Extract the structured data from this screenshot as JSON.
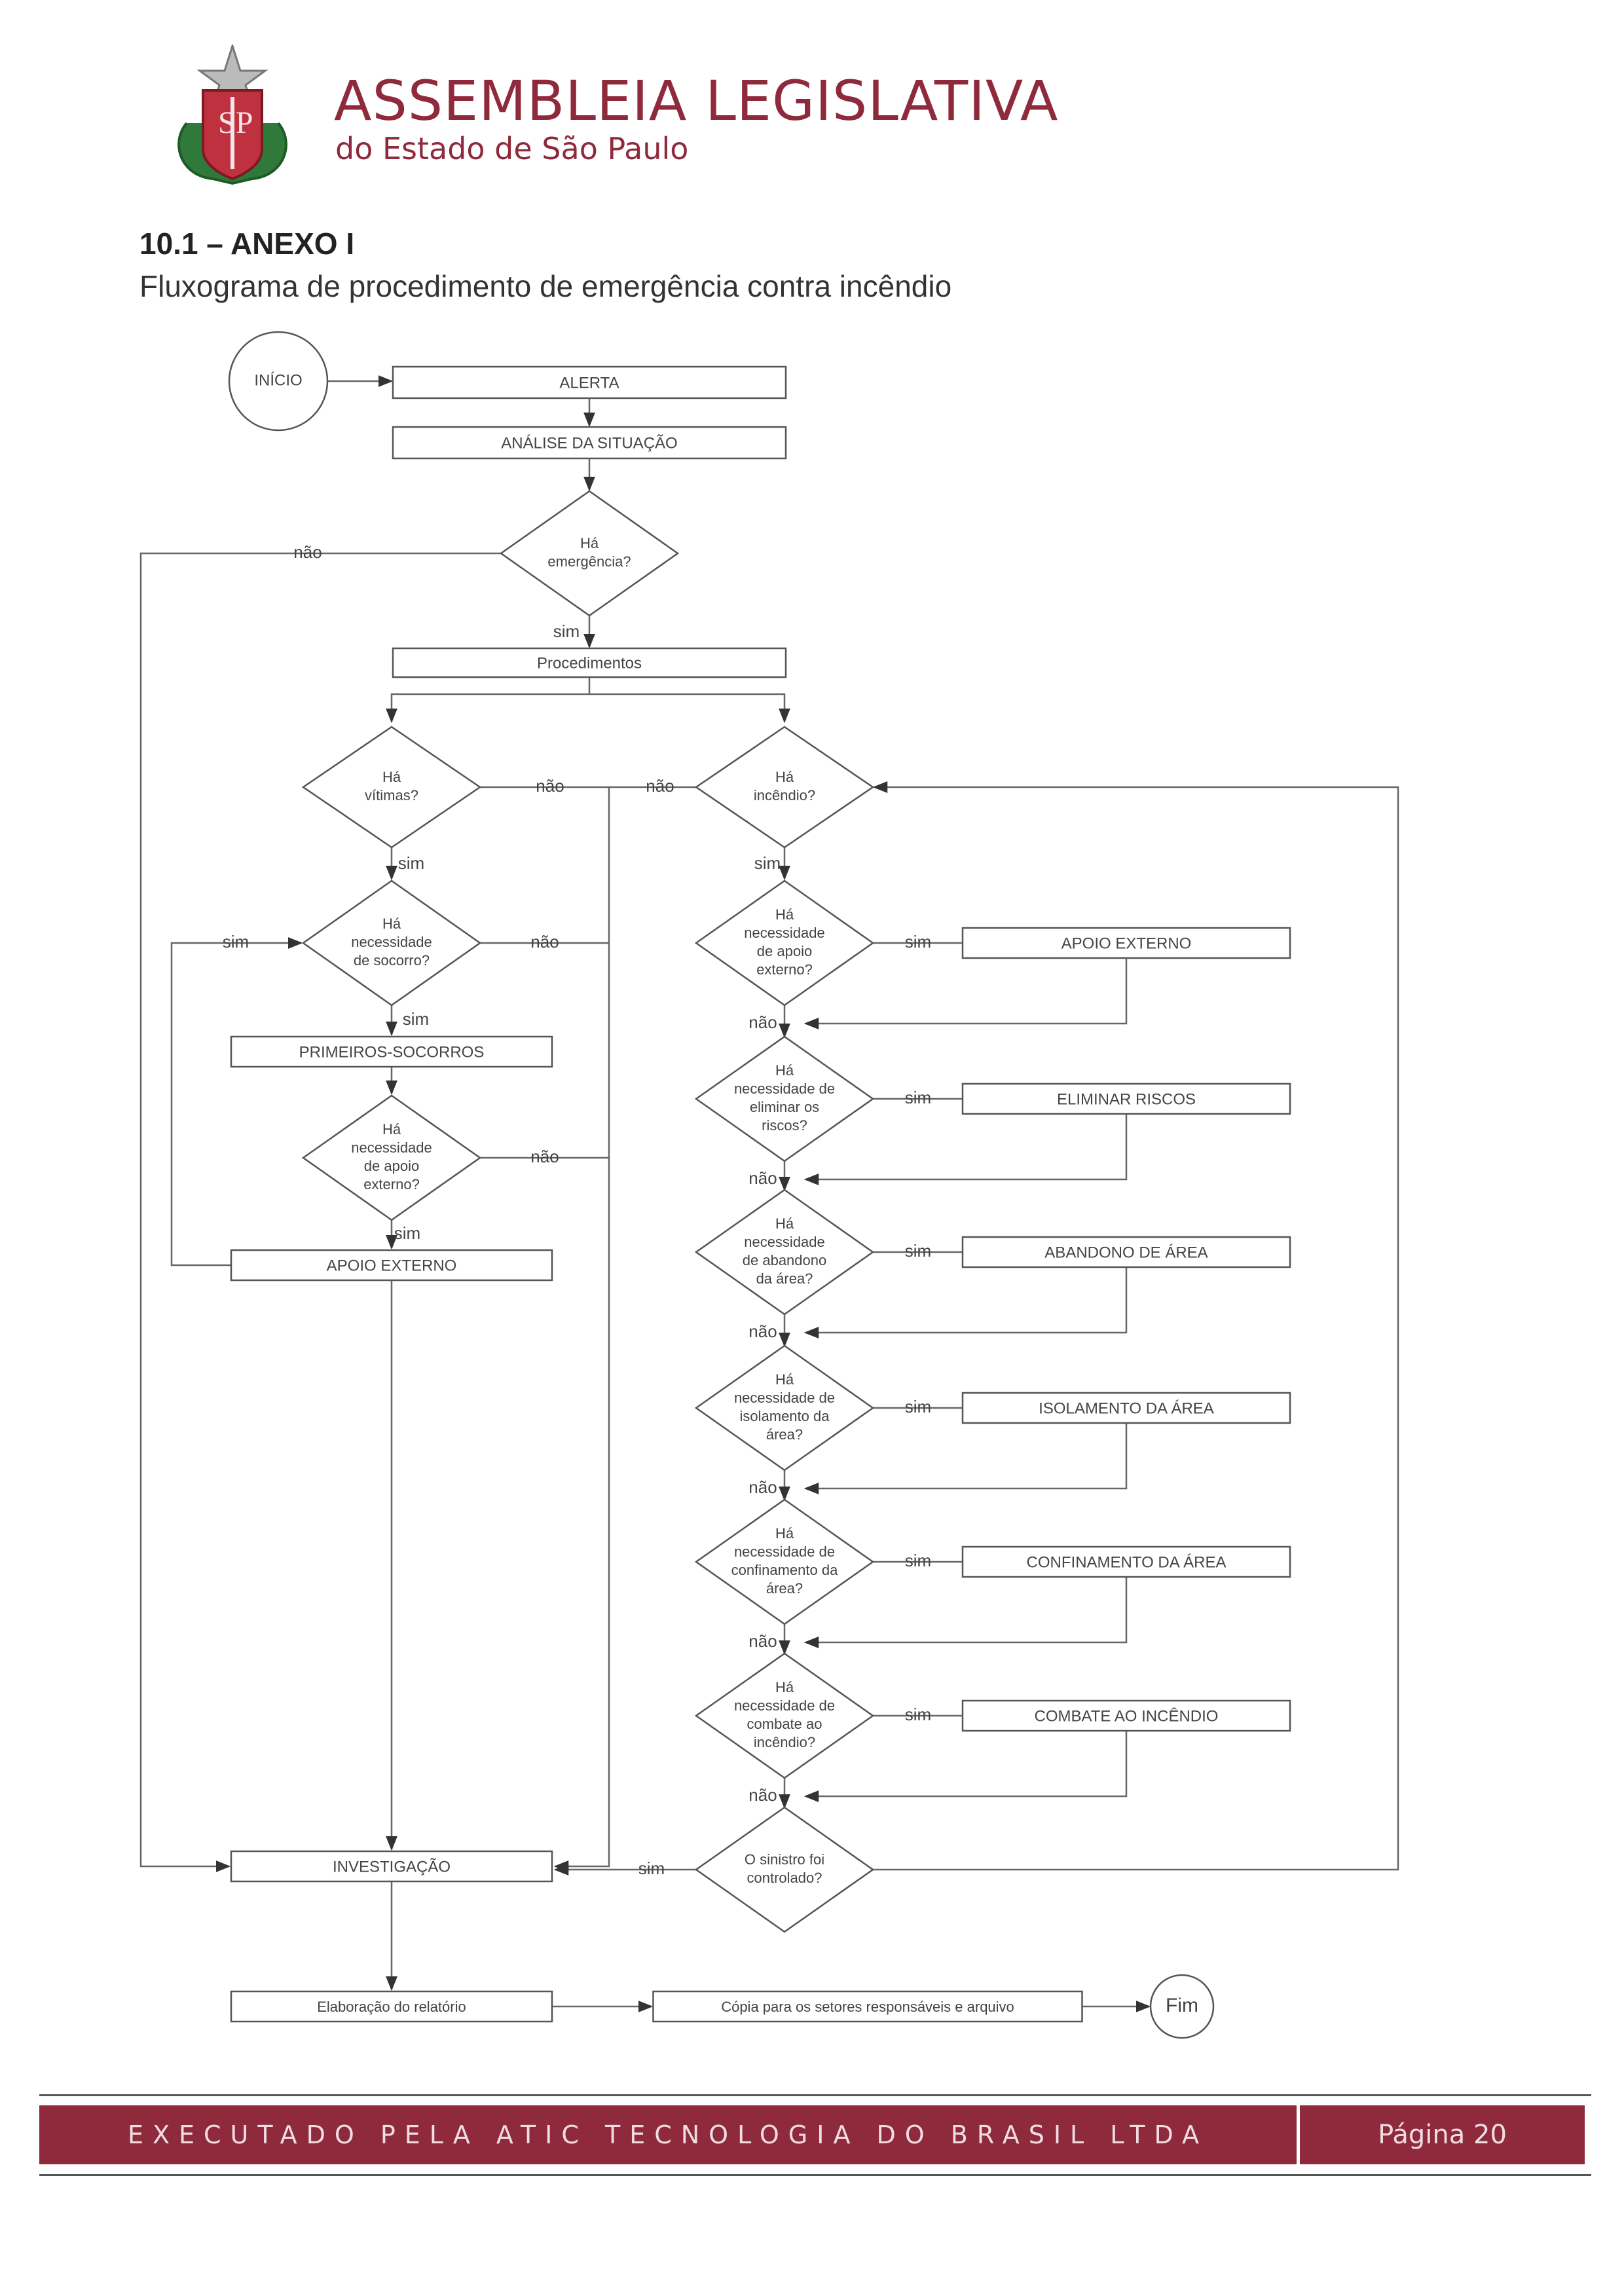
{
  "header": {
    "org_name": "ASSEMBLEIA LEGISLATIVA",
    "org_sub": "do Estado de São Paulo",
    "seal_letters": "SP"
  },
  "section": {
    "number": "10.1 – ANEXO I",
    "title": "Fluxograma de procedimento de emergência contra incêndio"
  },
  "flowchart": {
    "inicio": "INÍCIO",
    "alerta": "ALERTA",
    "analise": "ANÁLISE DA SITUAÇÃO",
    "emergencia": [
      "Há",
      "emergência?"
    ],
    "procedimentos": "Procedimentos",
    "vitimas": [
      "Há",
      "vítimas?"
    ],
    "incendio": [
      "Há",
      "incêndio?"
    ],
    "socorro": [
      "Há",
      "necessidade",
      "de socorro?"
    ],
    "primeiros_socorros": "PRIMEIROS-SOCORROS",
    "apoio_q_left": [
      "Há",
      "necessidade",
      "de apoio",
      "externo?"
    ],
    "apoio_externo_left": "APOIO EXTERNO",
    "apoio_q_right": [
      "Há",
      "necessidade",
      "de apoio",
      "externo?"
    ],
    "apoio_externo_right": "APOIO EXTERNO",
    "riscos_q": [
      "Há",
      "necessidade de",
      "eliminar os",
      "riscos?"
    ],
    "eliminar_riscos": "ELIMINAR RISCOS",
    "abandono_q": [
      "Há",
      "necessidade",
      "de abandono",
      "da área?"
    ],
    "abandono_area": "ABANDONO DE ÁREA",
    "isolamento_q": [
      "Há",
      "necessidade de",
      "isolamento da",
      "área?"
    ],
    "isolamento_area": "ISOLAMENTO DA ÁREA",
    "confinamento_q": [
      "Há",
      "necessidade de",
      "confinamento da",
      "área?"
    ],
    "confinamento_area": "CONFINAMENTO DA ÁREA",
    "combate_q": [
      "Há",
      "necessidade de",
      "combate ao",
      "incêndio?"
    ],
    "combate_incendio": "COMBATE AO INCÊNDIO",
    "sinistro_q": [
      "O sinistro foi",
      "controlado?"
    ],
    "investigacao": "INVESTIGAÇÃO",
    "relatorio": "Elaboração do relatório",
    "copia": "Cópia para os setores responsáveis e arquivo",
    "fim": "Fim",
    "label_sim": "sim",
    "label_nao": "não"
  },
  "footer": {
    "executed_by": "EXECUTADO PELA ATIC TECNOLOGIA DO BRASIL LTDA",
    "page": "Página 20"
  }
}
